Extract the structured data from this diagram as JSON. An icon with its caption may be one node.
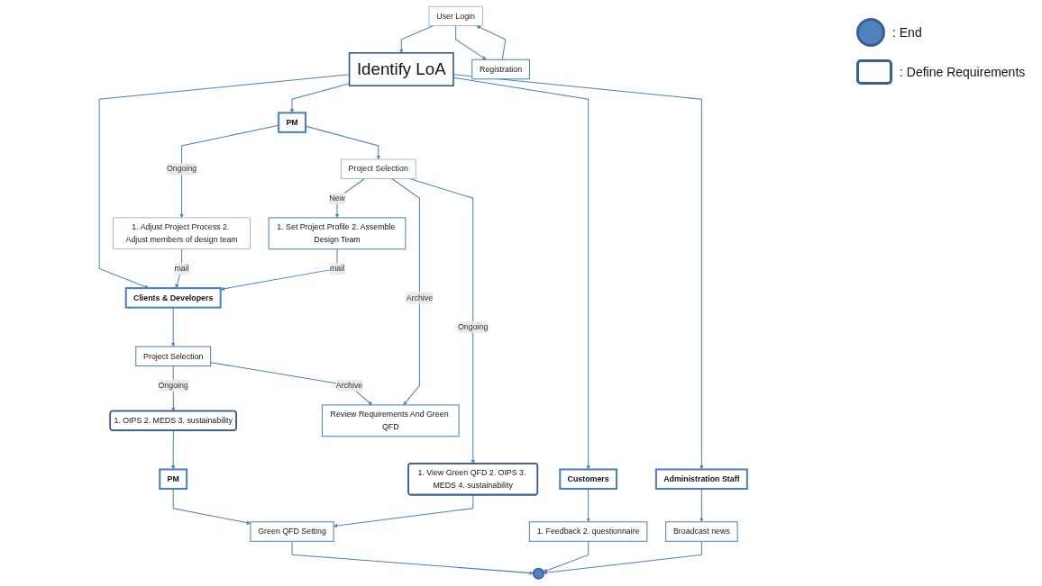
{
  "diagram": {
    "nodes": [
      {
        "text": [
          "User Login"
        ]
      },
      {
        "text": [
          "Registration"
        ]
      },
      {
        "text": [
          "Identify LoA"
        ]
      },
      {
        "text": [
          "Customers"
        ]
      },
      {
        "text": [
          "1. Feedback 2. questionnaire"
        ]
      },
      {
        "text": [
          "Administration Staff"
        ]
      },
      {
        "text": [
          "Broadcast news"
        ]
      },
      {
        "text": [
          "PM"
        ]
      },
      {
        "text": [
          "1. Adjust Project Process 2. Adjust members of design team"
        ]
      },
      {
        "text": [
          "Clients & Developers"
        ]
      },
      {
        "text": [
          "Project Selection"
        ]
      },
      {
        "text": [
          "1. OIPS 2. MEDS 3. sustainability"
        ]
      },
      {
        "text": [
          "Project Selection"
        ]
      },
      {
        "text": [
          "1. Set Project Profile 2. Assemble Design Team"
        ]
      },
      {
        "text": [
          "Review Requirements And Green QFD"
        ]
      },
      {
        "text": [
          "PM"
        ]
      },
      {
        "text": [
          "1. View Green QFD 2. OIPS 3. MEDS 4. sustainability"
        ]
      },
      {
        "text": [
          "Green QFD Setting"
        ]
      },
      {
        "text": [],
        "shape": "circle"
      }
    ],
    "edges": [
      {
        "from": 0,
        "to": 1,
        "arrow": "to"
      },
      {
        "from": 1,
        "to": 0,
        "arrow": "to"
      },
      {
        "from": 0,
        "to": 2,
        "arrow": "to"
      },
      {
        "from": 2,
        "to": 3,
        "arrow": "to"
      },
      {
        "from": 2,
        "to": 5,
        "arrow": "to"
      },
      {
        "from": 2,
        "to": 7,
        "arrow": "to"
      },
      {
        "from": 2,
        "to": 9,
        "arrow": "to"
      },
      {
        "from": 3,
        "to": 4,
        "arrow": "to"
      },
      {
        "from": 5,
        "to": 6,
        "arrow": "to"
      },
      {
        "from": 7,
        "to": 8,
        "label": "Ongoing",
        "arrow": "to"
      },
      {
        "from": 8,
        "to": 9,
        "label": "mail",
        "arrow": "to"
      },
      {
        "from": 9,
        "to": 10,
        "arrow": "to"
      },
      {
        "from": 10,
        "to": 11,
        "label": "Ongoing",
        "arrow": "to"
      },
      {
        "from": 10,
        "to": 14,
        "label": "Archive",
        "arrow": "to"
      },
      {
        "from": 7,
        "to": 12,
        "arrow": "to"
      },
      {
        "from": 12,
        "to": 13,
        "label": "New",
        "arrow": "to"
      },
      {
        "from": 12,
        "to": 14,
        "label": "Archive",
        "arrow": "to"
      },
      {
        "from": 12,
        "to": 16,
        "label": "Ongoing",
        "arrow": "to"
      },
      {
        "from": 13,
        "to": 9,
        "label": "mail",
        "arrow": "to"
      },
      {
        "from": 11,
        "to": 15,
        "arrow": "to"
      },
      {
        "from": 15,
        "to": 17,
        "arrow": "to"
      },
      {
        "from": 16,
        "to": 17,
        "arrow": "to"
      },
      {
        "from": 17,
        "to": 18,
        "arrow": "to"
      },
      {
        "from": 4,
        "to": 18,
        "arrow": "to"
      },
      {
        "from": 6,
        "to": 18,
        "arrow": "to"
      }
    ],
    "legend": [
      {
        "text": ": End"
      },
      {
        "text": ": Define Requirements"
      }
    ]
  }
}
